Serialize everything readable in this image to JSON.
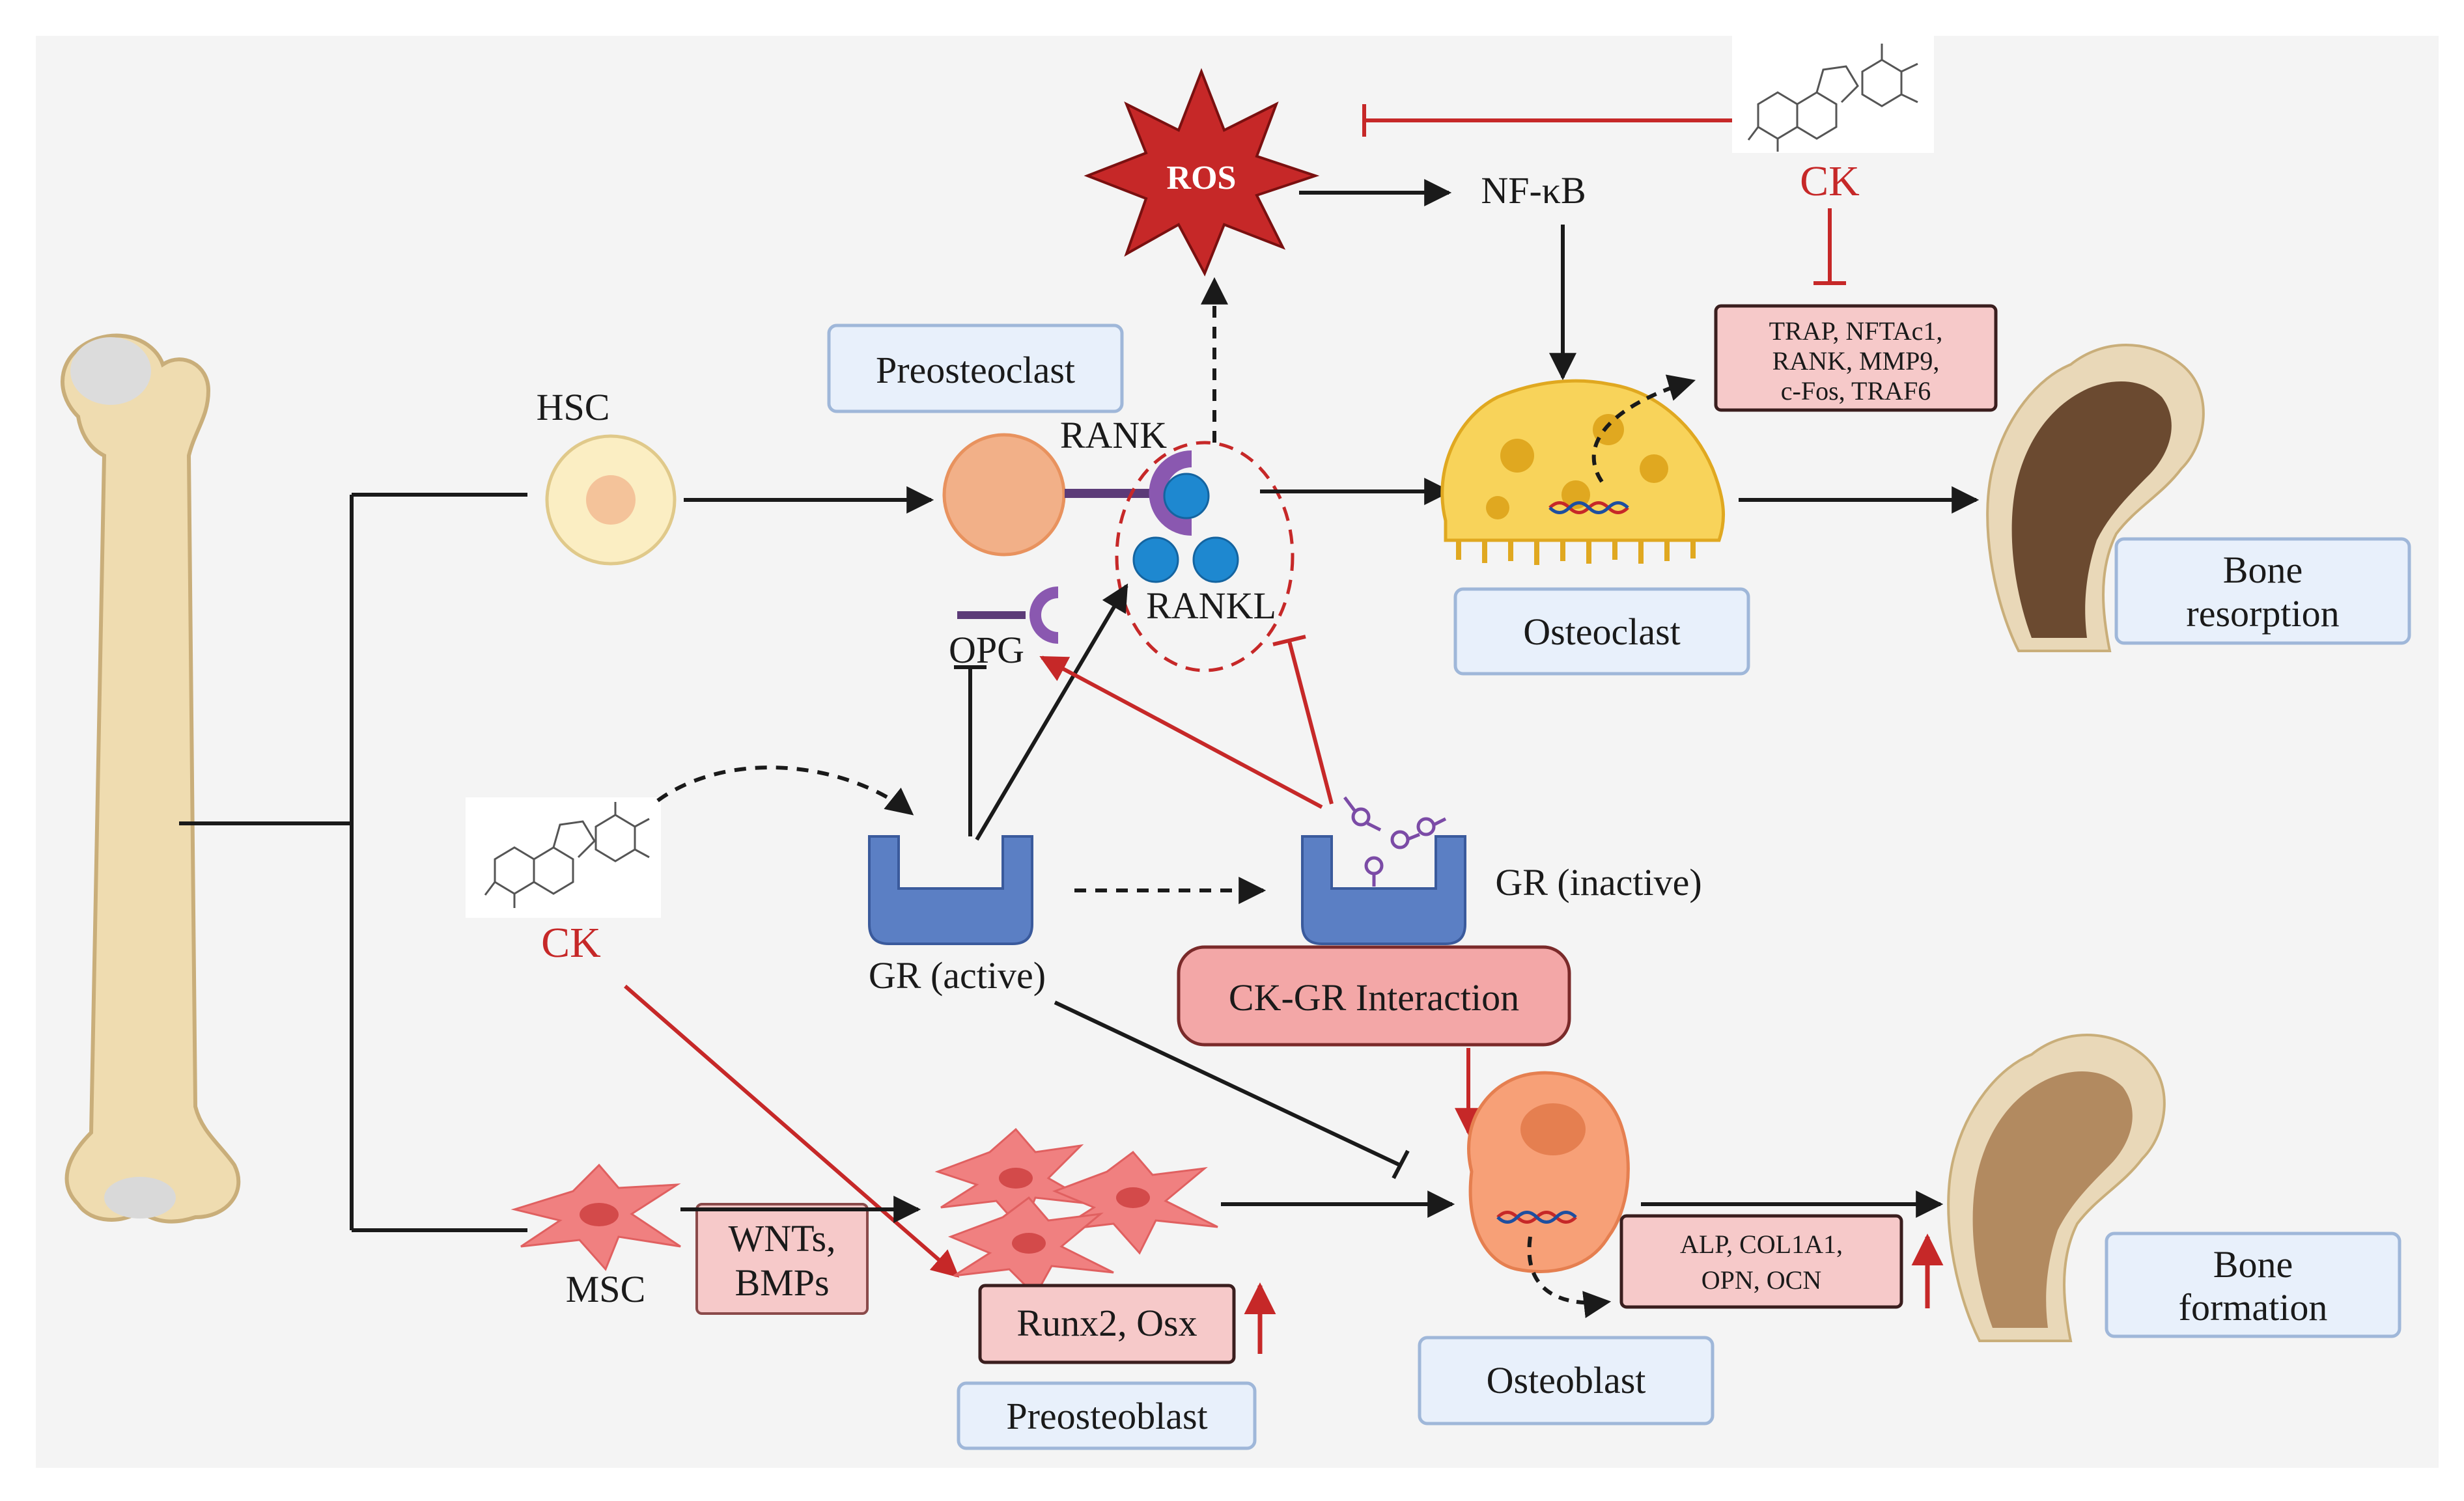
{
  "colors": {
    "background": "#f4f4f4",
    "blue_box_fill": "#e8f0fb",
    "blue_box_stroke": "#9fb7d9",
    "pink_box_fill": "#f6c9c9",
    "pink_box_stroke": "#5a2a2a",
    "inhibit_red": "#c62828",
    "arrow_black": "#1a1a1a",
    "receptor_blue": "#5b7fc4",
    "ros_red": "#c62828",
    "bone": "#efdcb0",
    "bone_inner": "#7a5a3a"
  },
  "icons": {
    "bone": "long-bone-icon",
    "ros": "star-burst-icon",
    "molecule": "chemical-structure-icon",
    "receptor": "gr-receptor-icon"
  },
  "labels": {
    "hsc": "HSC",
    "msc": "MSC",
    "rank": "RANK",
    "rankl": "RANKL",
    "opg": "OPG",
    "ros": "ROS",
    "nfkb": "NF-κB",
    "ck_top": "CK",
    "ck_left": "CK",
    "gr_active": "GR (active)",
    "gr_inactive": "GR (inactive)"
  },
  "boxes": {
    "preosteoclast": "Preosteoclast",
    "osteoclast": "Osteoclast",
    "bone_resorption_line1": "Bone",
    "bone_resorption_line2": "resorption",
    "bone_formation_line1": "Bone",
    "bone_formation_line2": "formation",
    "osteoblast": "Osteoblast",
    "preosteoblast": "Preosteoblast",
    "ck_gr": "CK-GR Interaction",
    "runx2": "Runx2, Osx",
    "wnts_line1": "WNTs,",
    "wnts_line2": "BMPs",
    "osteoclast_genes_line1": "TRAP, NFTAc1,",
    "osteoclast_genes_line2": "RANK, MMP9,",
    "osteoclast_genes_line3": "c-Fos,  TRAF6",
    "osteoblast_genes_line1": "ALP, COL1A1,",
    "osteoblast_genes_line2": "OPN, OCN"
  }
}
